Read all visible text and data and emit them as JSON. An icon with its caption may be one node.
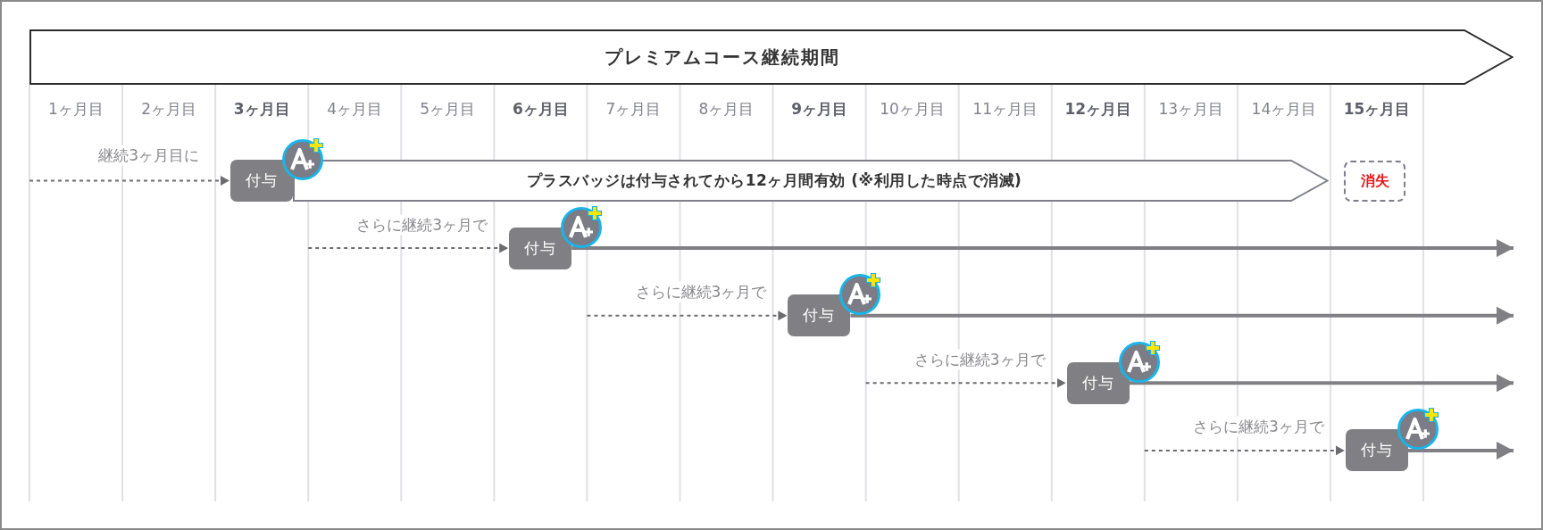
{
  "diagram": {
    "nodes": [
      {
        "text": [
          "プレミアムコース継続期間"
        ]
      },
      {
        "text": [
          "付与"
        ]
      },
      {
        "text": [
          "プラスバッジは付与されてから12ヶ月間有効 (※利用した時点で消滅)"
        ]
      },
      {
        "text": [
          "消失"
        ]
      },
      {
        "text": [
          "付与"
        ]
      },
      {
        "text": [
          "付与"
        ]
      },
      {
        "text": [
          "付与"
        ]
      },
      {
        "text": [
          "付与"
        ]
      }
    ],
    "edges": [
      {
        "from": null,
        "to": 1,
        "arrow": "to",
        "style": "dashed",
        "label": "継続3ヶ月目に"
      },
      {
        "from": null,
        "to": 4,
        "arrow": "to",
        "style": "dashed",
        "label": "さらに継続3ヶ月で"
      },
      {
        "from": 4,
        "to": null,
        "arrow": "to"
      },
      {
        "from": null,
        "to": 5,
        "arrow": "to",
        "style": "dashed",
        "label": "さらに継続3ヶ月で"
      },
      {
        "from": 5,
        "to": null,
        "arrow": "to"
      },
      {
        "from": null,
        "to": 6,
        "arrow": "to",
        "style": "dashed",
        "label": "さらに継続3ヶ月で"
      },
      {
        "from": 6,
        "to": null,
        "arrow": "to"
      },
      {
        "from": null,
        "to": 7,
        "arrow": "to",
        "style": "dashed",
        "label": "さらに継続3ヶ月で"
      },
      {
        "from": 7,
        "to": null,
        "arrow": "to"
      }
    ],
    "labels": [
      "1ヶ月目",
      "2ヶ月目",
      "3ヶ月目",
      "4ヶ月目",
      "5ヶ月目",
      "6ヶ月目",
      "7ヶ月目",
      "8ヶ月目",
      "9ヶ月目",
      "10ヶ月目",
      "11ヶ月目",
      "12ヶ月目",
      "13ヶ月目",
      "14ヶ月目",
      "15ヶ月目"
    ]
  }
}
